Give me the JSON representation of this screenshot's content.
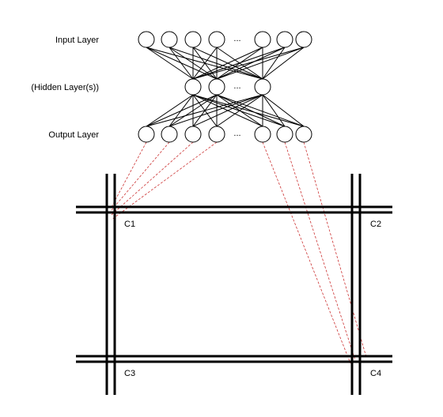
{
  "layers": {
    "input_label": "Input Layer",
    "hidden_label": "(Hidden Layer(s))",
    "output_label": "Output Layer",
    "ellipsis": "..."
  },
  "corners": [
    "C1",
    "C2",
    "C3",
    "C4"
  ],
  "colors": {
    "stroke": "#000000",
    "connector": "#cc3333",
    "node_fill": "#ffffff"
  }
}
